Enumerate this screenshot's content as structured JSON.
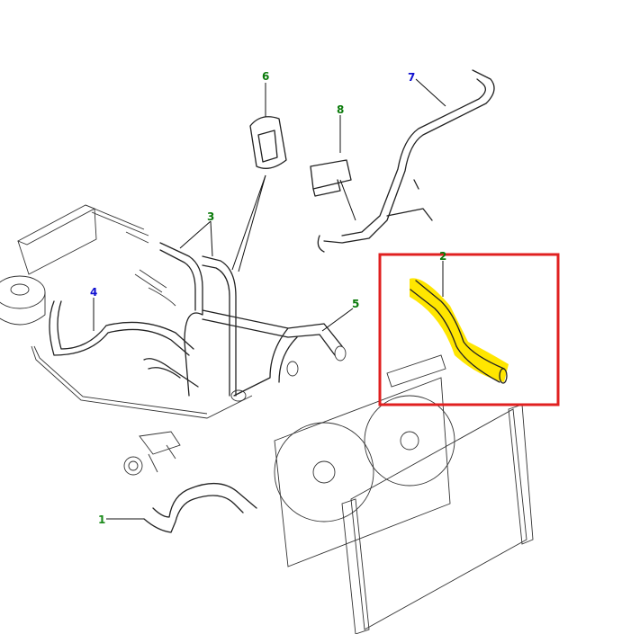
{
  "labels": [
    {
      "num": "1",
      "color": "#1a8a1a"
    },
    {
      "num": "2",
      "color": "#0a7a0a"
    },
    {
      "num": "3",
      "color": "#0a7a0a"
    },
    {
      "num": "4",
      "color": "#1010d0"
    },
    {
      "num": "5",
      "color": "#0a7a0a"
    },
    {
      "num": "6",
      "color": "#0a7a0a"
    },
    {
      "num": "7",
      "color": "#1010d0"
    },
    {
      "num": "8",
      "color": "#0a7a0a"
    }
  ],
  "highlight": {
    "color": "#ffe600",
    "box_color": "#e02020",
    "part": "2"
  }
}
